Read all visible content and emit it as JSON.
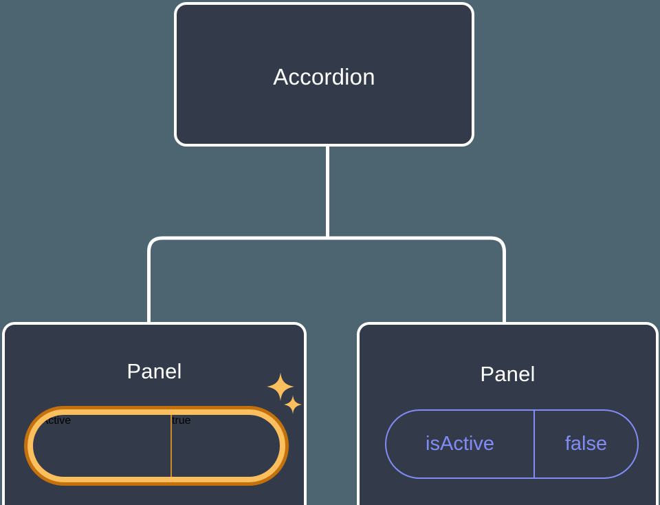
{
  "canvas": {
    "background_color": "#4c6571",
    "node_fill_color": "#333b4a",
    "node_border_color": "#ffffff",
    "connector_color": "#ffffff"
  },
  "tree": {
    "root": {
      "label": "Accordion"
    },
    "children": [
      {
        "label": "Panel",
        "highlighted": true,
        "prop": {
          "key": "isActive",
          "value": "true",
          "key_color": "#818cf8",
          "value_color": "#818cf8",
          "ring_outer_color": "#c2710c",
          "ring_inner_color": "#fbbf5e",
          "divider_color": "#d08a2a"
        },
        "decorations": [
          {
            "name": "sparkle-large",
            "color": "#fbbf5e"
          },
          {
            "name": "sparkle-small",
            "color": "#fbbf5e"
          }
        ]
      },
      {
        "label": "Panel",
        "highlighted": false,
        "prop": {
          "key": "isActive",
          "value": "false",
          "key_color": "#818cf8",
          "value_color": "#818cf8",
          "border_color": "#818cf8",
          "divider_color": "#818cf8"
        },
        "decorations": []
      }
    ]
  }
}
